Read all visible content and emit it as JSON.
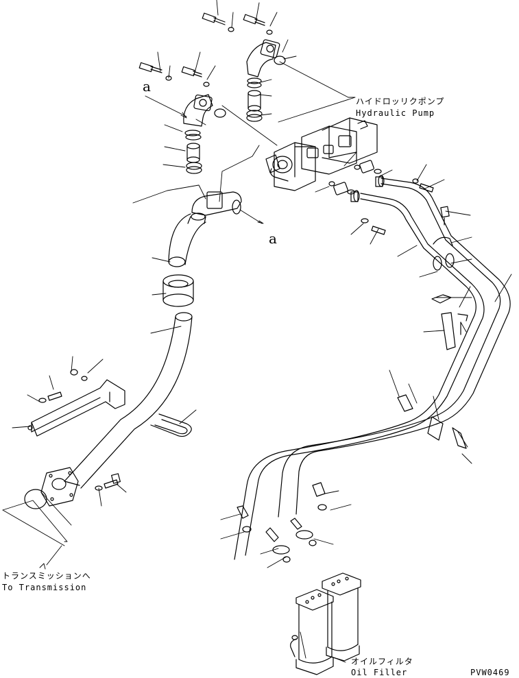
{
  "labels": {
    "hydraulic_pump_jp": "ハイドロッリクポンプ",
    "hydraulic_pump_en": "Hydraulic Pump",
    "transmission_jp": "トランスミッションへ",
    "transmission_en": "To Transmission",
    "oil_filter_jp": "オイルフィルタ",
    "oil_filter_en": "Oil Filler",
    "view_marker_top": "a",
    "view_marker_mid": "a",
    "drawing_code": "PVW0469"
  }
}
